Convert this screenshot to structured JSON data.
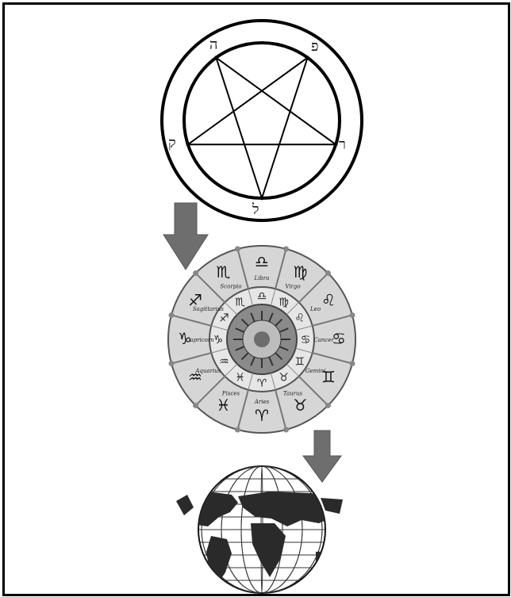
{
  "pentagram": {
    "letters": [
      "ה",
      "פ",
      "ק",
      "ר",
      "ל"
    ]
  },
  "zodiac": {
    "signs": [
      {
        "label": "Libra",
        "glyph": "♎",
        "icon": "libra-icon"
      },
      {
        "label": "Virgo",
        "glyph": "♍",
        "icon": "virgo-icon"
      },
      {
        "label": "Leo",
        "glyph": "♌",
        "icon": "leo-icon"
      },
      {
        "label": "Cancer",
        "glyph": "♋",
        "icon": "cancer-icon"
      },
      {
        "label": "Gemini",
        "glyph": "♊",
        "icon": "gemini-icon"
      },
      {
        "label": "Taurus",
        "glyph": "♉",
        "icon": "taurus-icon"
      },
      {
        "label": "Aries",
        "glyph": "♈",
        "icon": "aries-icon"
      },
      {
        "label": "Pisces",
        "glyph": "♓",
        "icon": "pisces-icon"
      },
      {
        "label": "Aquarius",
        "glyph": "♒",
        "icon": "aquarius-icon"
      },
      {
        "label": "Capricorn",
        "glyph": "♑",
        "icon": "capricorn-icon"
      },
      {
        "label": "Sagittarius",
        "glyph": "♐",
        "icon": "sagittarius-icon"
      },
      {
        "label": "Scorpio",
        "glyph": "♏",
        "icon": "scorpio-icon"
      }
    ]
  },
  "colors": {
    "arrow": "#6e6e6e",
    "ring": "#d9d9d9",
    "land": "#2a2a2a",
    "outline": "#000000"
  }
}
